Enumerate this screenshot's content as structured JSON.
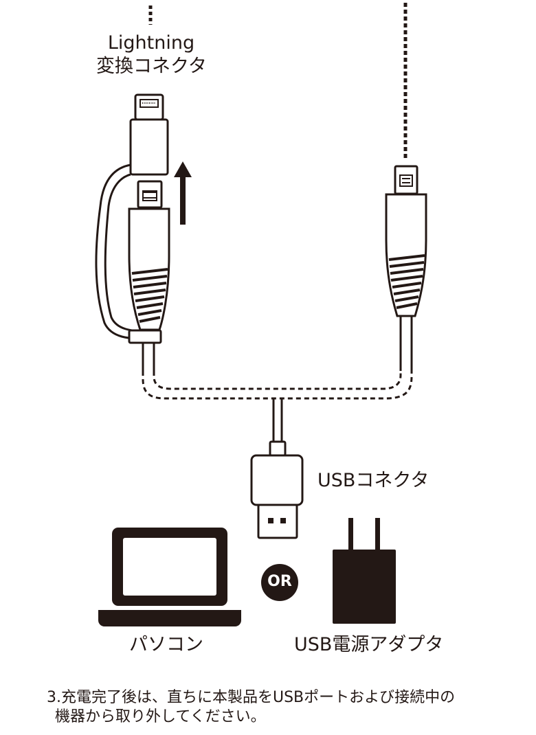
{
  "labels": {
    "lightning_line1": "Lightning",
    "lightning_line2": "変換コネクタ",
    "usb_connector": "USBコネクタ",
    "or": "OR",
    "pc": "パソコン",
    "usb_adapter": "USB電源アダプタ"
  },
  "footer": {
    "line1": "3.充電完了後は、直ちに本製品をUSBポートおよび接続中の",
    "line2": "機器から取り外してください。"
  },
  "colors": {
    "ink": "#231815",
    "background": "#ffffff"
  }
}
